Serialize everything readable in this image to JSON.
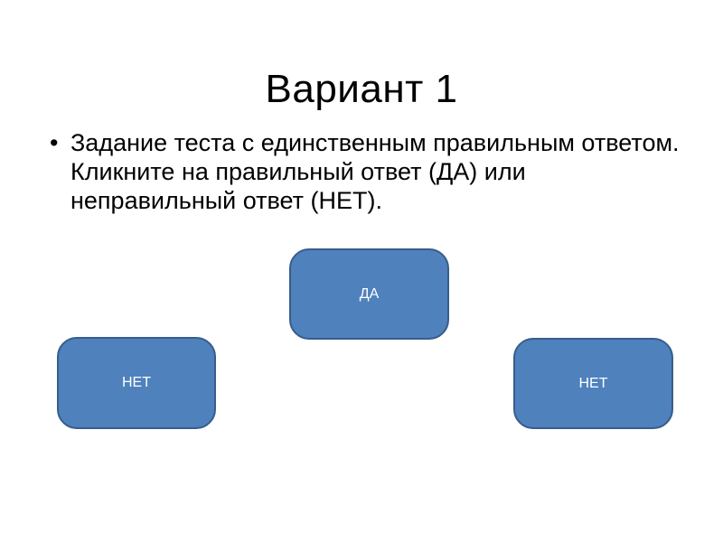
{
  "slide": {
    "title": "Вариант 1",
    "bullet": {
      "marker": "•",
      "lines": [
        "Задание теста с единственным правильным ответом.",
        "Кликните на правильный ответ (ДА) или",
        "неправильный ответ (НЕТ)."
      ]
    },
    "buttons": {
      "yes": {
        "label": "ДА"
      },
      "no_left": {
        "label": "НЕТ"
      },
      "no_right": {
        "label": "НЕТ"
      }
    },
    "colors": {
      "background": "#ffffff",
      "text": "#000000",
      "button_fill": "#4f81bd",
      "button_border": "#385d8a",
      "button_text": "#ffffff"
    }
  }
}
